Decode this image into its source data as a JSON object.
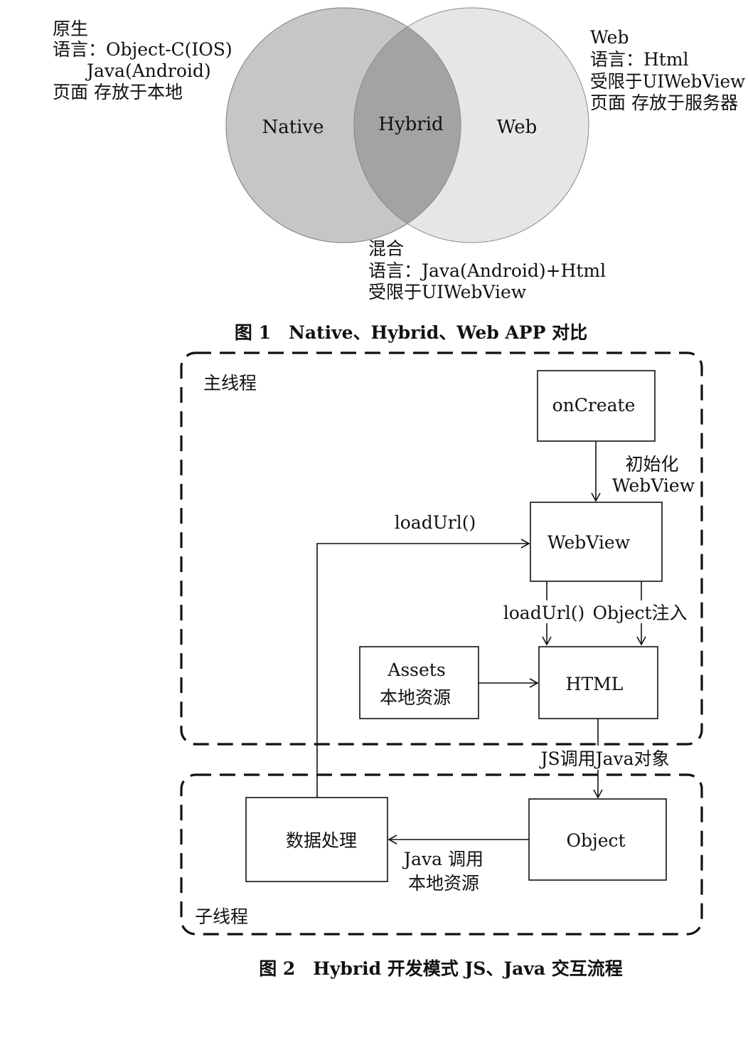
{
  "figure1": {
    "caption": "图 1　Native、Hybrid、Web APP 对比",
    "circles": {
      "native": "Native",
      "hybrid": "Hybrid",
      "web": "Web"
    },
    "native_note": {
      "line1": "原生",
      "line2": "语言：Object-C(IOS)",
      "line3": "Java(Android)",
      "line4": "页面 存放于本地"
    },
    "web_note": {
      "line1": "Web",
      "line2": "语言：Html",
      "line3": "受限于UIWebView",
      "line4": "页面 存放于服务器"
    },
    "hybrid_note": {
      "line1": "混合",
      "line2": "语言：Java(Android)+Html",
      "line3": "受限于UIWebView"
    },
    "colors": {
      "native_fill": "#c6c6c6",
      "web_fill": "#e6e6e6",
      "overlap_fill": "#a3a3a3"
    }
  },
  "figure2": {
    "caption": "图 2　Hybrid 开发模式 JS、Java 交互流程",
    "main_thread_label": "主线程",
    "sub_thread_label": "子线程",
    "boxes": {
      "oncreate": "onCreate",
      "webview": "WebView",
      "html": "HTML",
      "assets_line1": "Assets",
      "assets_line2": "本地资源",
      "data_processing": "数据处理",
      "object": "Object"
    },
    "edge_labels": {
      "init_line1": "初始化",
      "init_line2": "WebView",
      "loadurl_top": "loadUrl()",
      "loadurl_mid": "loadUrl()",
      "object_inject": "Object注入",
      "js_call": "JS调用Java对象",
      "java_call_line1": "Java 调用",
      "java_call_line2": "本地资源"
    }
  }
}
